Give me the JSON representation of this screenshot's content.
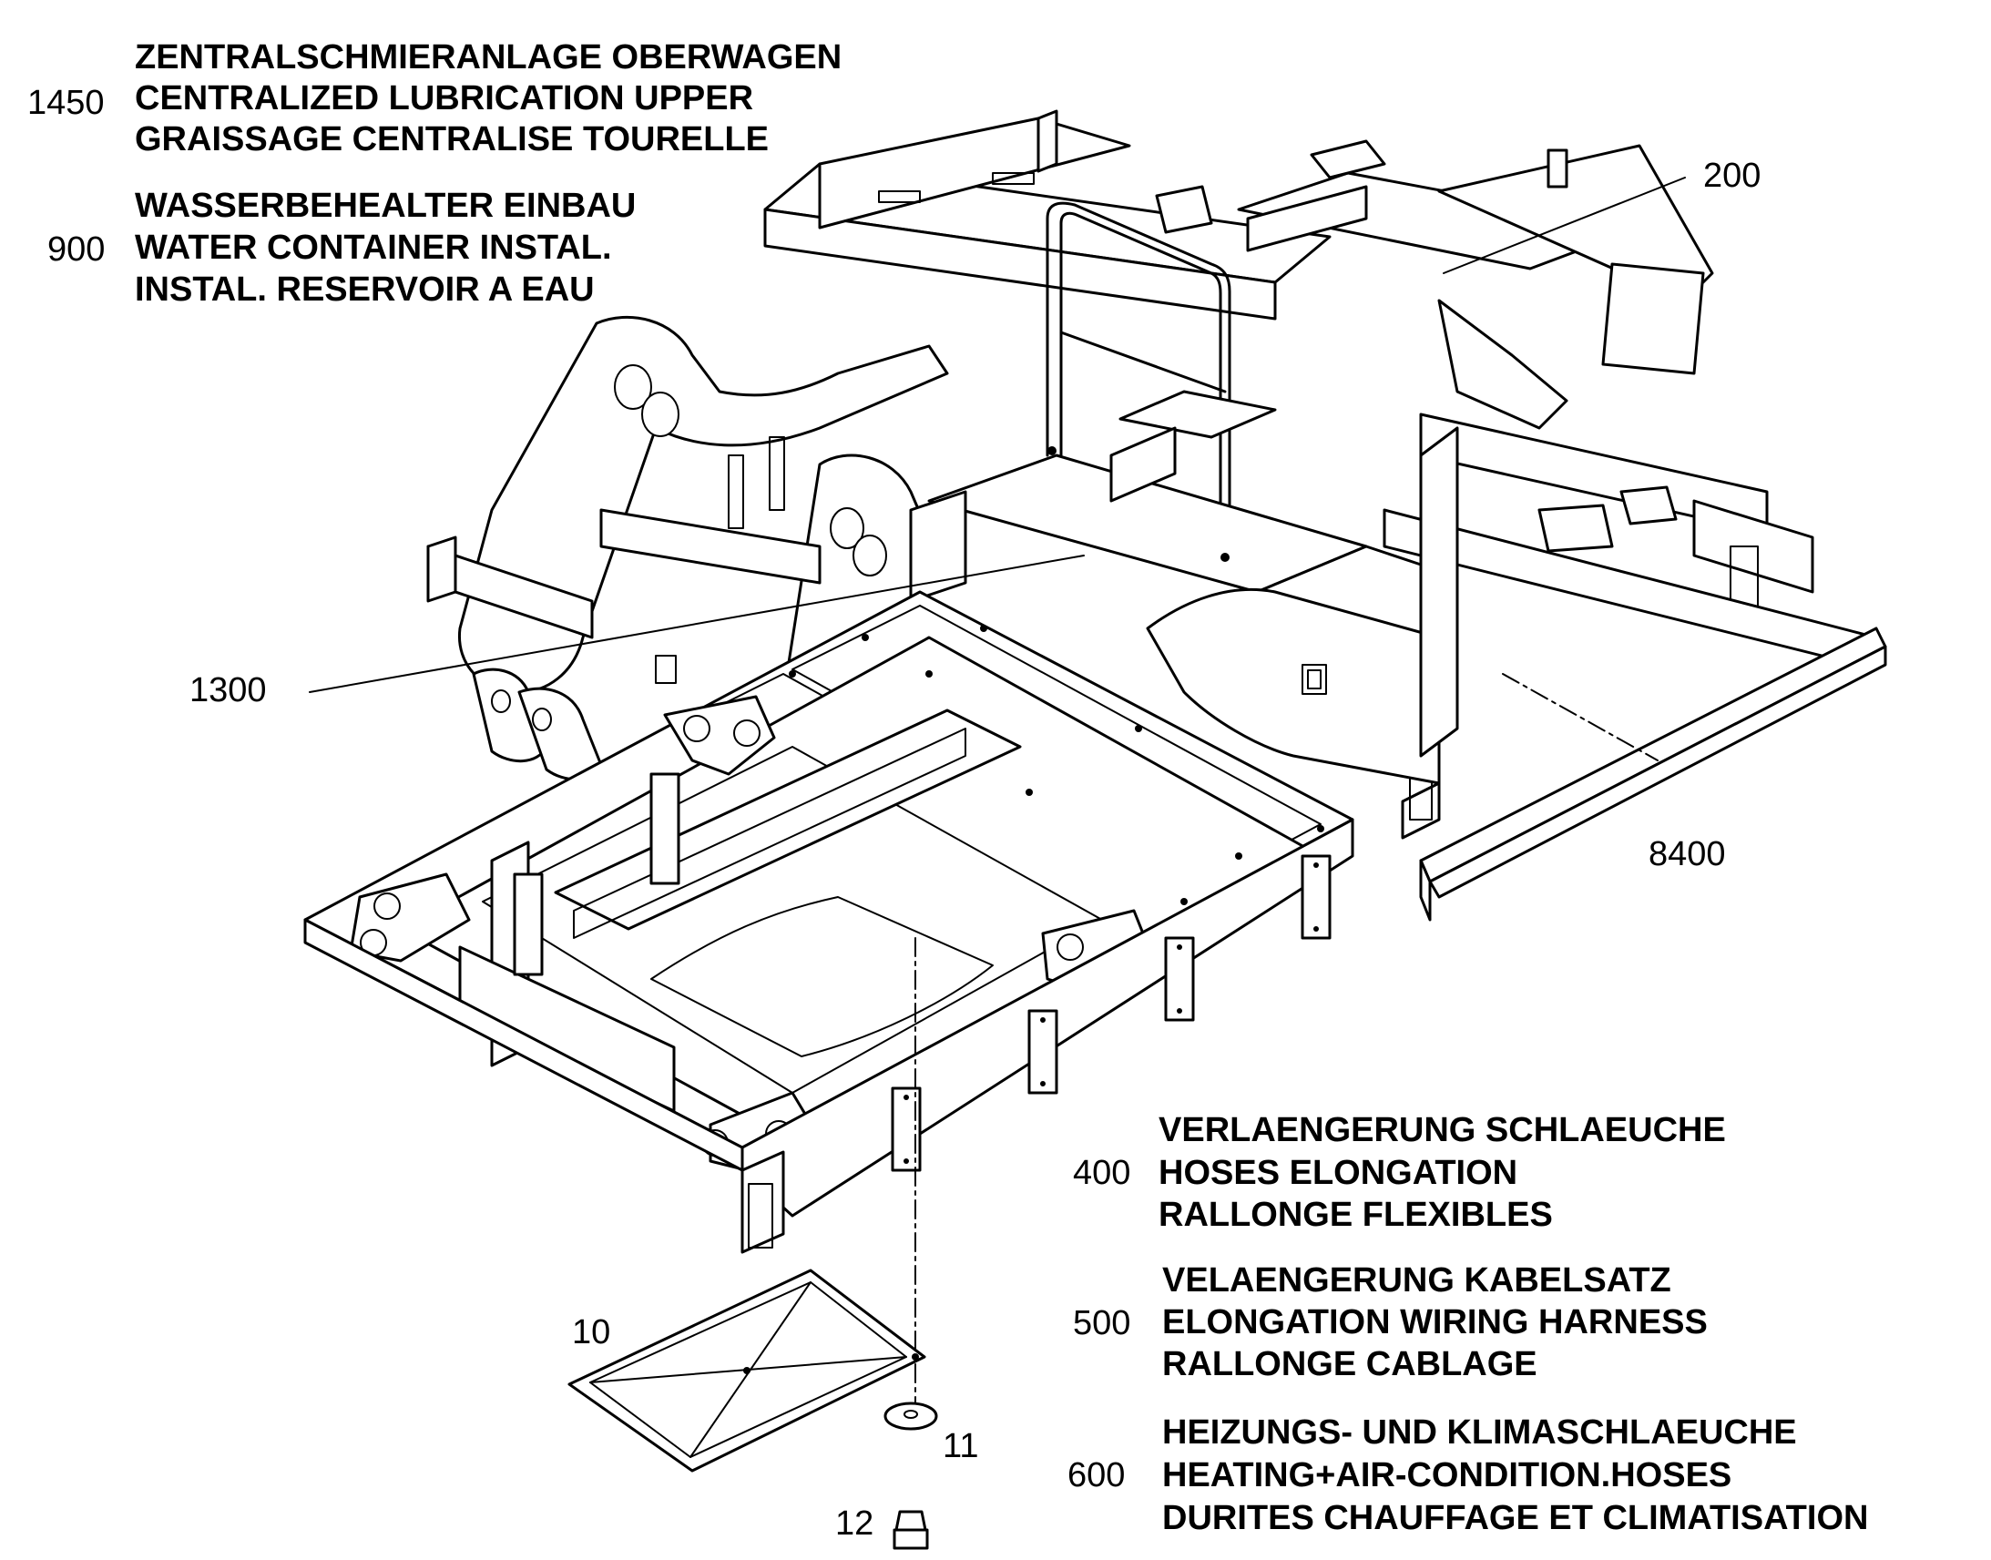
{
  "callouts": [
    {
      "id": "1450",
      "number": "1450",
      "lines": [
        "ZENTRALSCHMIERANLAGE OBERWAGEN",
        "CENTRALIZED LUBRICATION UPPER",
        "GRAISSAGE CENTRALISE TOURELLE"
      ]
    },
    {
      "id": "900",
      "number": "900",
      "lines": [
        "WASSERBEHEALTER EINBAU",
        "WATER CONTAINER INSTAL.",
        "INSTAL. RESERVOIR A EAU"
      ]
    },
    {
      "id": "400",
      "number": "400",
      "lines": [
        "VERLAENGERUNG SCHLAEUCHE",
        "HOSES ELONGATION",
        "RALLONGE FLEXIBLES"
      ]
    },
    {
      "id": "500",
      "number": "500",
      "lines": [
        "VELAENGERUNG KABELSATZ",
        "ELONGATION WIRING HARNESS",
        "RALLONGE CABLAGE"
      ]
    },
    {
      "id": "600",
      "number": "600",
      "lines": [
        "HEIZUNGS- UND KLIMASCHLAEUCHE",
        "HEATING+AIR-CONDITION.HOSES",
        "DURITES CHAUFFAGE ET CLIMATISATION"
      ]
    }
  ],
  "part_numbers": {
    "p200": "200",
    "p1300": "1300",
    "p8400": "8400",
    "p10": "10",
    "p11": "11",
    "p12": "12"
  }
}
